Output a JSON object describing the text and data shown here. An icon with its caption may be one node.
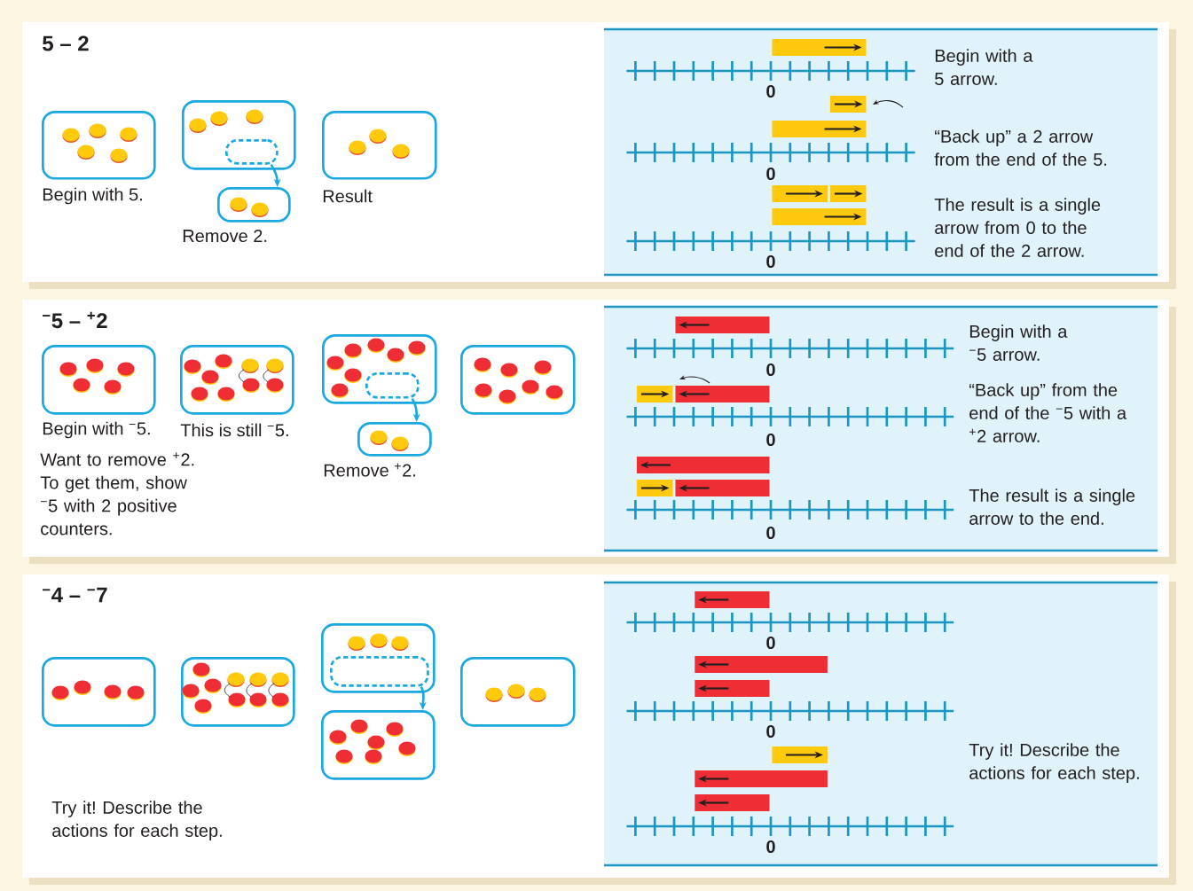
{
  "diagram": {
    "nodes": [
      {
        "text": [],
        "shape": "box",
        "beside": [
          "Begin with 5."
        ]
      },
      {
        "text": [],
        "shape": "box"
      },
      {
        "text": [],
        "shape": "box",
        "in": 1
      },
      {
        "text": [],
        "shape": "box",
        "beside": [
          "Remove 2."
        ]
      },
      {
        "text": [],
        "shape": "box",
        "beside": [
          "Result"
        ]
      },
      {
        "text": [],
        "shape": "box",
        "beside": [
          "Begin with $^{−}$5."
        ]
      },
      {
        "text": [],
        "shape": "box",
        "beside": [
          "This is still $^{−}$5."
        ]
      },
      {
        "text": [],
        "shape": "box"
      },
      {
        "text": [],
        "shape": "box",
        "in": 7
      },
      {
        "text": [],
        "shape": "box",
        "beside": [
          "Remove $^{+}$2."
        ]
      },
      {
        "text": [],
        "shape": "box"
      },
      {
        "text": [],
        "shape": "box"
      },
      {
        "text": [],
        "shape": "box"
      },
      {
        "text": [],
        "shape": "box"
      },
      {
        "text": [],
        "shape": "box",
        "in": 13
      },
      {
        "text": [],
        "shape": "box"
      },
      {
        "text": [],
        "shape": "box"
      }
    ],
    "edges": [
      {
        "from": 2,
        "to": 3,
        "arrow": "to"
      },
      {
        "from": 8,
        "to": 9,
        "arrow": "to"
      },
      {
        "from": 14,
        "to": 15,
        "arrow": "to"
      }
    ],
    "labels": [
      "5 – 2",
      "0",
      "Begin with a 5 arrow.",
      "0",
      "“Back up” a 2 arrow from the end of the 5.",
      "0",
      "The result is a single arrow from 0 to the end of the 2 arrow.",
      "$^{−}$5 – $^{+}$2",
      "0",
      "Begin with a $^{−}$5 arrow.",
      "0",
      "“Back up” from the end of the $^{−}$5 with a $^{+}$2 arrow.",
      "0",
      "The result is a single arrow to the end.",
      "Want to remove $^{+}$2. To get them, show $^{−}$5 with 2 positive counters.",
      "$^{−}$4 – $^{−}$7",
      "0",
      "0",
      "0",
      "Try it! Describe the actions for each step.",
      "Try it! Describe the actions for each step."
    ]
  }
}
